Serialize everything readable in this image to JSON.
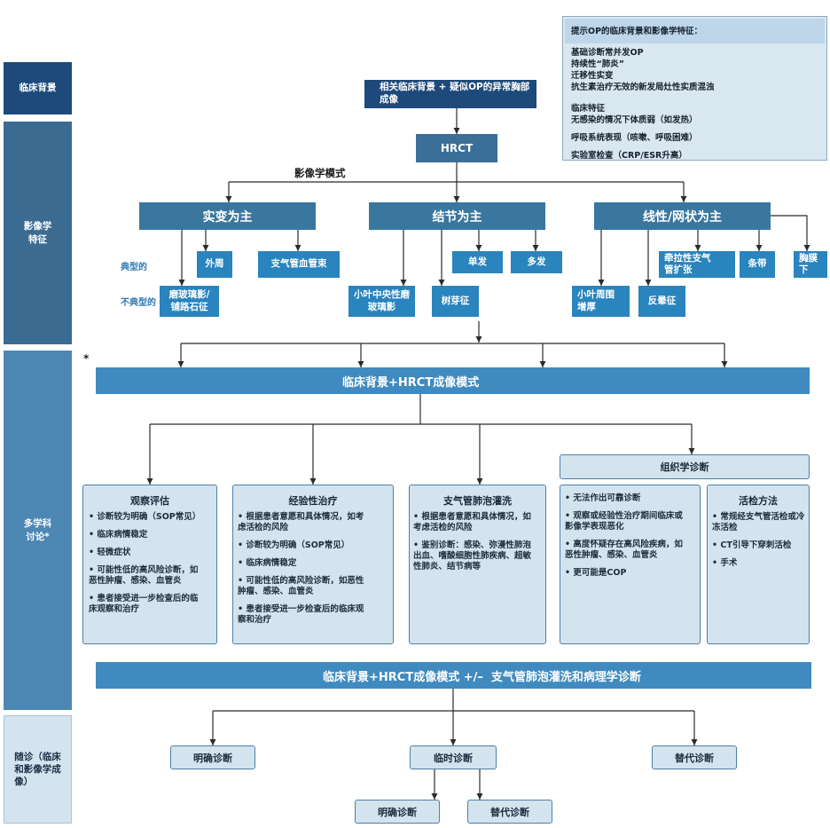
{
  "section_labels": {
    "clinical_context": "临床背景",
    "imaging_features": "影像学\n特征",
    "mdd": "多学科\n讨论*",
    "follow_up": "随诊（临床\n和影像学成\n像）"
  },
  "hint_box": {
    "title": "提示OP的临床背景和影像学特征：",
    "lines": [
      "基础诊断常并发OP",
      "持续性“肺炎”",
      "迁移性实变",
      "抗生素治疗无效的新发局灶性实质混浊"
    ],
    "clinical_heading": "临床特征",
    "clinical_lines": [
      "无感染的情况下体质弱（如发热）",
      "呼吸系统表现（咳嗽、呼吸困难）",
      "实验室检查（CRP/ESR升高）"
    ]
  },
  "imaging": {
    "start_node": "相关临床背景 + 疑似OP的异常胸部\n成像",
    "hrct": "HRCT",
    "pattern_label": "影像学模式",
    "typical_label": "典型的",
    "atypical_label": "不典型的",
    "patterns": [
      "实变为主",
      "结节为主",
      "线性/网状为主"
    ],
    "consolidation_findings": {
      "peripheral": "外周",
      "bronchovascular": "支气管血管束",
      "ggo_crazy_paving": "磨玻璃影/\n铺路石征"
    },
    "nodular_findings": {
      "centrilobular_ggo": "小叶中央性磨\n玻璃影",
      "tree_in_bud": "树芽征",
      "single": "单发",
      "multiple": "多发"
    },
    "linear_findings": {
      "perilobular": "小叶周围\n增厚",
      "reversed_halo": "反晕征",
      "traction_bronchiectasis": "牵拉性支气\n管扩张",
      "bands": "条带",
      "subpleural": "胸膜\n下"
    }
  },
  "mdd": {
    "asterisk": "*",
    "bar": "临床背景+HRCT成像模式",
    "observation": {
      "title": "观察评估",
      "items": [
        "诊断较为明确（SOP常见）",
        "临床病情稳定",
        "轻微症状",
        "可能性低的高风险诊断，如恶性肿瘤、感染、血管炎",
        "患者接受进一步检查后的临床观察和治疗"
      ]
    },
    "empiric_treatment": {
      "title": "经验性治疗",
      "items": [
        "根据患者意愿和具体情况，如考虑活检的风险",
        "诊断较为明确（SOP常见）",
        "临床病情稳定",
        "可能性低的高风险诊断，如恶性肿瘤、感染、血管炎",
        "患者接受进一步检查后的临床观察和治疗"
      ]
    },
    "bal": {
      "title": "支气管肺泡灌洗",
      "items": [
        "根据患者意愿和具体情况，如考虑活检的风险",
        "鉴别诊断：感染、弥漫性肺泡出血、嗜酸细胞性肺疾病、超敏性肺炎、结节病等"
      ]
    },
    "histology": {
      "title": "组织学诊断",
      "items": [
        "无法作出可靠诊断",
        "观察或经验性治疗期间临床或影像学表现恶化",
        "高度怀疑存在高风险疾病，如恶性肿瘤、感染、血管炎",
        "更可能是COP"
      ]
    },
    "biopsy_methods": {
      "title": "活检方法",
      "items": [
        "常规经支气管活检或冷冻活检",
        "CT引导下穿刺活检",
        "手术"
      ]
    },
    "final_bar": "临床背景+HRCT成像模式 +/–  支气管肺泡灌洗和病理学诊断"
  },
  "follow_up": {
    "definite": "明确诊断",
    "provisional": "临时诊断",
    "alternative": "替代诊断",
    "provisional_to_definite": "明确诊断",
    "provisional_to_alternative": "替代诊断"
  },
  "colors": {
    "navy": "#1d4a7a",
    "steel": "#3b6b91",
    "pattern": "#3a779f",
    "finding": "#2a84bd",
    "bar": "#3f8bbf",
    "mdd": "#4d87b4",
    "pale": "#d3e4ef",
    "border": "#4f7fa6",
    "label_blue": "#2f78b0"
  }
}
